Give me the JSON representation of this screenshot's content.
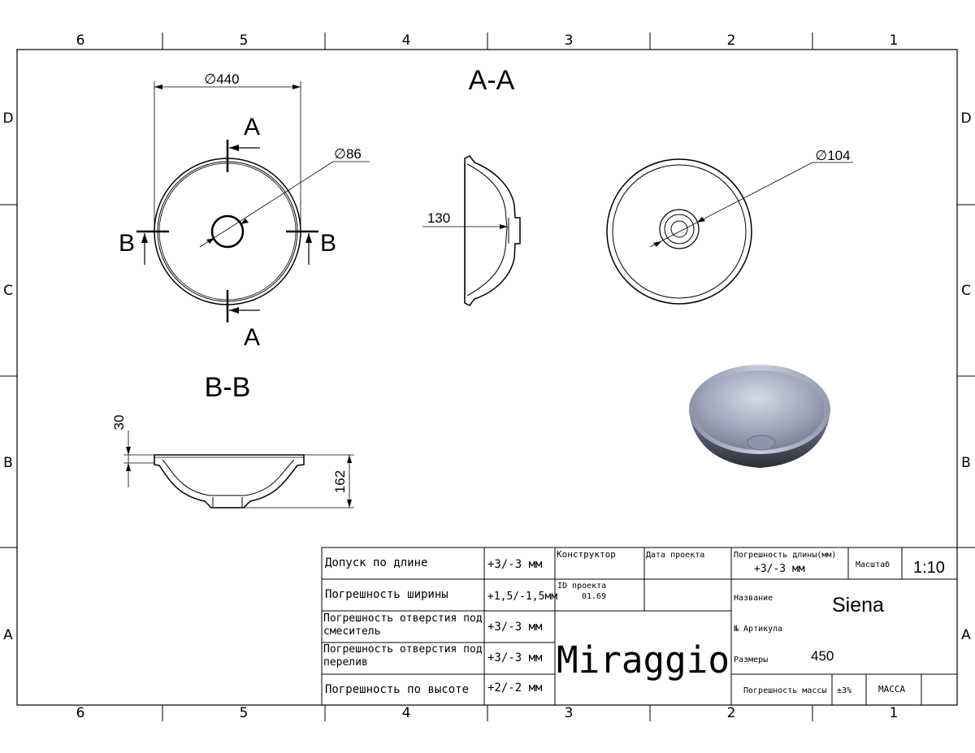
{
  "zone_columns": [
    "6",
    "5",
    "4",
    "3",
    "2",
    "1"
  ],
  "zone_rows": [
    "D",
    "C",
    "B",
    "A"
  ],
  "views": {
    "top": {
      "dia_outer": "∅440",
      "dia_hole": "∅86",
      "cut_a": "A",
      "cut_b": "B"
    },
    "section_aa": {
      "title": "A-A",
      "height": "130"
    },
    "bottom": {
      "dia_hole": "∅104"
    },
    "section_bb": {
      "title": "B-B",
      "rim": "30",
      "height": "162"
    }
  },
  "title_block": {
    "tolerances": [
      {
        "label": "Допуск по длине",
        "value": "+3/-3 мм"
      },
      {
        "label": "Погрешность ширины",
        "value": "+1,5/-1,5мм"
      },
      {
        "label": "Погрешность отверстия под смеситель",
        "value": "+3/-3 мм"
      },
      {
        "label": "Погрешность отверстия под перелив",
        "value": "+3/-3 мм"
      },
      {
        "label": "Погрешность по высоте",
        "value": "+2/-2 мм"
      }
    ],
    "designer_label": "Конструктор",
    "date_label": "Дата проекта",
    "project_id_label": "ID проекта",
    "project_id": "01.69",
    "brand": "Miraggio",
    "length_tol_label": "Погрешность длины(мм)",
    "length_tol_value": "+3/-3 мм",
    "scale_label": "Масштаб",
    "scale_value": "1:10",
    "name_label": "Название",
    "name_value": "Siena",
    "article_label": "№ Артикула",
    "size_label": "Размеры",
    "size_value": "450",
    "mass_tol_label": "Погрешность массы",
    "mass_tol_value": "±3%",
    "mass_label": "МАССА"
  },
  "colors": {
    "line": "#000000",
    "render_light": "#c4c9da",
    "render_mid": "#8f95aa",
    "render_dark": "#3c3f4a"
  }
}
